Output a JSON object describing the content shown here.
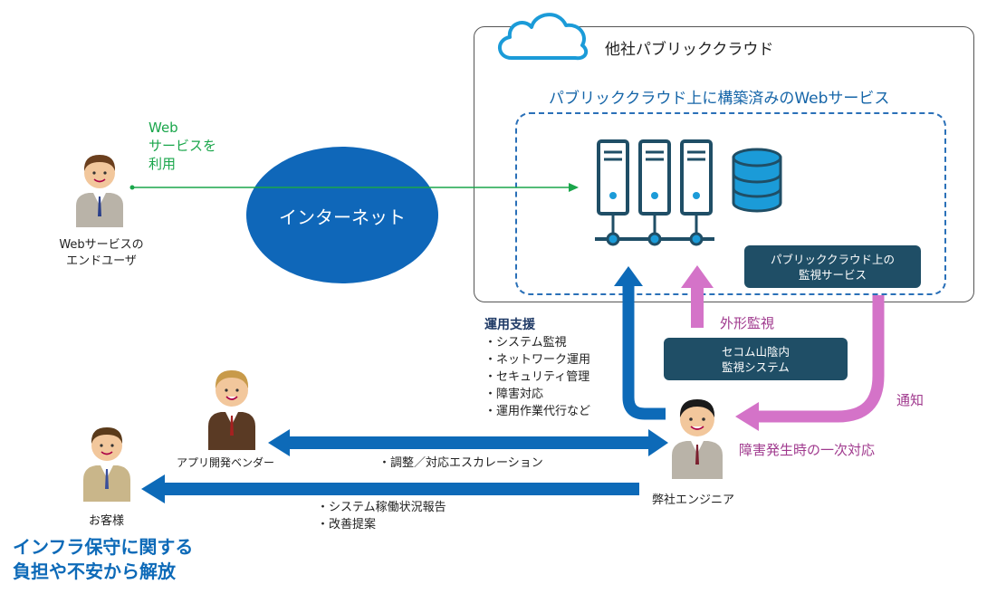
{
  "cloud": {
    "label": "他社パブリッククラウド"
  },
  "web_service": {
    "label": "パブリッククラウド上に構築済みのWebサービス"
  },
  "monitor_service": {
    "line1": "パブリッククラウド上の",
    "line2": "監視サービス"
  },
  "internet": {
    "label": "インターネット"
  },
  "web_use": {
    "line1": "Web",
    "line2": "サービスを",
    "line3": "利用"
  },
  "end_user": {
    "line1": "Webサービスの",
    "line2": "エンドユーザ"
  },
  "ops_support": {
    "title": "運用支援",
    "items": [
      "システム監視",
      "ネットワーク運用",
      "セキュリティ管理",
      "障害対応",
      "運用作業代行など"
    ]
  },
  "external_monitoring": "外形監視",
  "secom_system": {
    "line1": "セコム山陰内",
    "line2": "監視システム"
  },
  "notify": "通知",
  "first_response": "障害発生時の一次対応",
  "engineer": "弊社エンジニア",
  "vendor": "アプリ開発ベンダー",
  "customer": "お客様",
  "escalation": "調整／対応エスカレーション",
  "reports": [
    "システム稼働状況報告",
    "改善提案"
  ],
  "tagline": {
    "line1": "インフラ保守に関する",
    "line2": "負担や不安から解放"
  },
  "colors": {
    "blue": "#0d6ab8",
    "pink": "#d473c8",
    "green": "#1aa64b",
    "dark": "#1f4e66",
    "ellipse": "#0f67b9"
  }
}
